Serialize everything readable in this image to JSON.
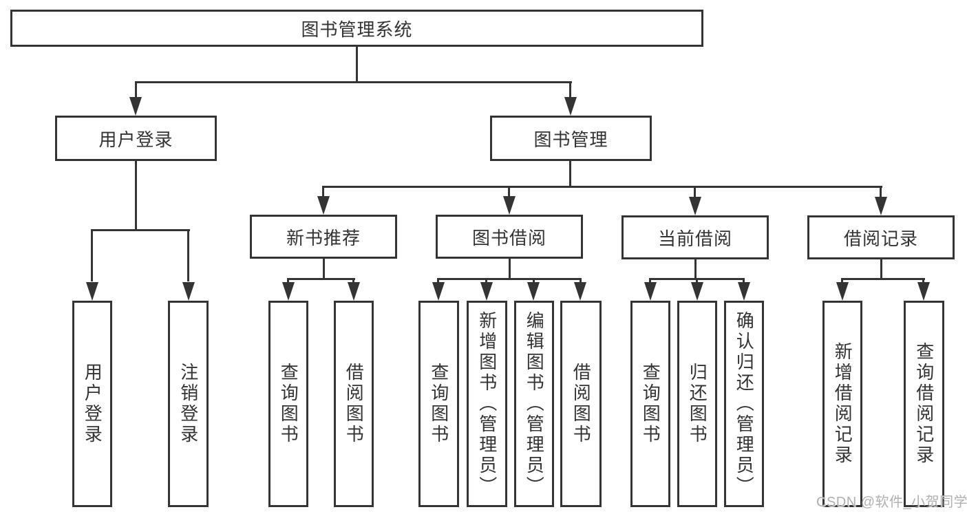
{
  "diagram": {
    "root": {
      "label": "图书管理系统"
    },
    "branches": [
      {
        "label": "用户登录",
        "children": [
          {
            "label": "用户登录"
          },
          {
            "label": "注销登录"
          }
        ]
      },
      {
        "label": "图书管理",
        "children": [
          {
            "label": "新书推荐",
            "children": [
              {
                "label": "查询图书"
              },
              {
                "label": "借阅图书"
              }
            ]
          },
          {
            "label": "图书借阅",
            "children": [
              {
                "label": "查询图书"
              },
              {
                "label": "新增图书（管理员）"
              },
              {
                "label": "编辑图书（管理员）"
              },
              {
                "label": "借阅图书"
              }
            ]
          },
          {
            "label": "当前借阅",
            "children": [
              {
                "label": "查询图书"
              },
              {
                "label": "归还图书"
              },
              {
                "label": "确认归还（管理员）"
              }
            ]
          },
          {
            "label": "借阅记录",
            "children": [
              {
                "label": "新增借阅记录"
              },
              {
                "label": "查询借阅记录"
              }
            ]
          }
        ]
      }
    ]
  },
  "watermark": {
    "text": "CSDN @软件_小贺同学"
  },
  "colors": {
    "line": "#343434",
    "text": "#333333",
    "watermark": "#b0b0b0",
    "background": "#ffffff"
  }
}
